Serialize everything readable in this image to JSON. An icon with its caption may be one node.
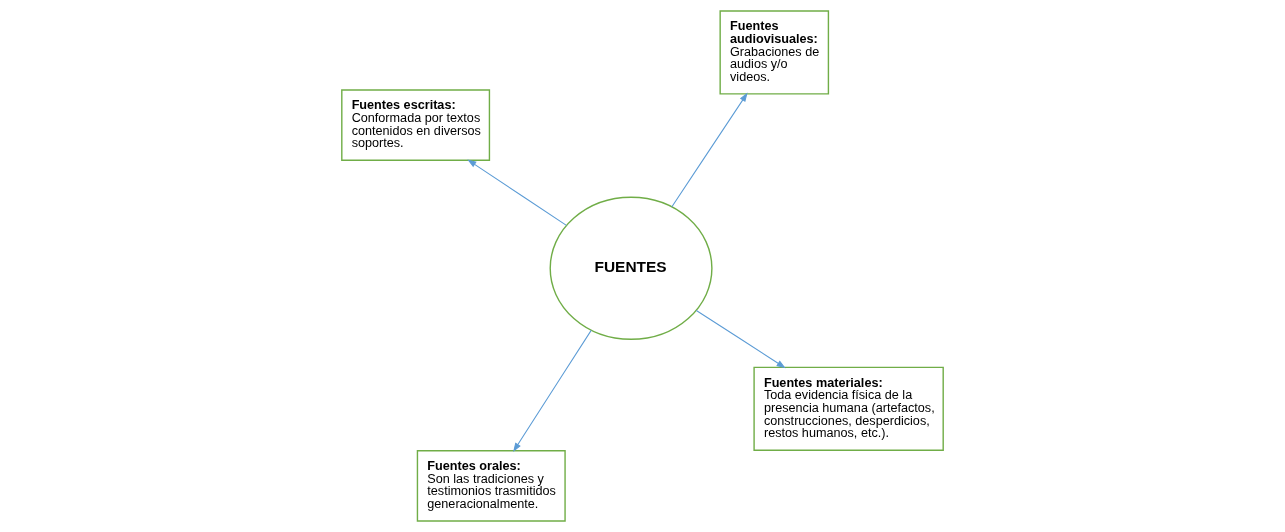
{
  "diagram": {
    "nodes": [
      {
        "text": [
          "FUENTES"
        ]
      },
      {
        "text": [
          "Fuentes materiales:",
          "Toda evidencia física de la presencia humana (artefactos, construcciones, desperdicios, restos humanos, etc.)."
        ]
      },
      {
        "text": [
          "Fuentes orales:",
          "Son las tradiciones y testimonios trasmitidos generacionalmente."
        ]
      },
      {
        "text": [
          "Fuentes escritas:",
          "Conformada por textos contenidos en diversos soportes."
        ]
      },
      {
        "text": [
          "Fuentes audiovisuales:",
          "Grabaciones de audios y/o videos."
        ]
      }
    ],
    "edges": [
      {
        "from": 0,
        "to": 1,
        "arrow": "to"
      },
      {
        "from": 0,
        "to": 2,
        "arrow": "to"
      },
      {
        "from": 0,
        "to": 3,
        "arrow": "to"
      },
      {
        "from": 0,
        "to": 4,
        "arrow": "to"
      }
    ]
  }
}
